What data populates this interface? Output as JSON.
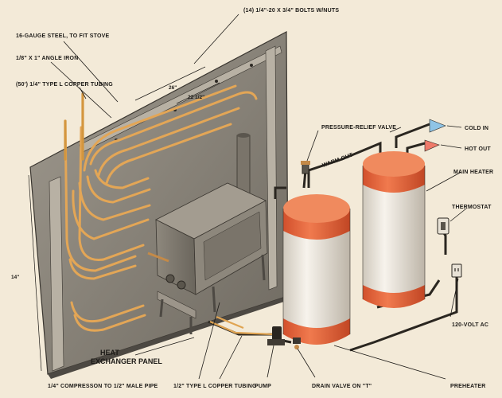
{
  "labels": {
    "bolts": "(14) 1/4\"-20 X 3/4\" BOLTS W/NUTS",
    "steel": "16-GAUGE STEEL, TO FIT STOVE",
    "angle_iron": "1/8\" X 1\" ANGLE IRON",
    "copper_tubing": "(50') 1/4\" TYPE L COPPER TUBING",
    "dim_26": "26\"",
    "dim_22": "22 1/2\"",
    "dim_14": "14\"",
    "relief_valve": "PRESSURE-RELIEF VALVE",
    "warm_out": "WARM OUT",
    "cold_in": "COLD IN",
    "hot_out": "HOT OUT",
    "main_heater": "MAIN HEATER",
    "thermostat": "THERMOSTAT",
    "ac_120": "120-VOLT AC",
    "heat_exchanger_1": "HEAT",
    "heat_exchanger_2": "EXCHANGER PANEL",
    "compression": "1/4\" COMPRESSON TO 1/2\" MALE PIPE",
    "half_tubing": "1/2\" TYPE L COPPER TUBING",
    "pump": "PUMP",
    "drain_valve": "DRAIN VALVE ON \"T\"",
    "preheater": "PREHEATER"
  },
  "colors": {
    "background": "#f3ead8",
    "panel": "#8a847a",
    "copper": "#e0a452",
    "tank_top": "#e0603a",
    "tank_body": "#ece6dc",
    "stove": "#7d776d",
    "cold_arrow": "#8fc4e6",
    "hot_arrow": "#ef7a6a"
  }
}
